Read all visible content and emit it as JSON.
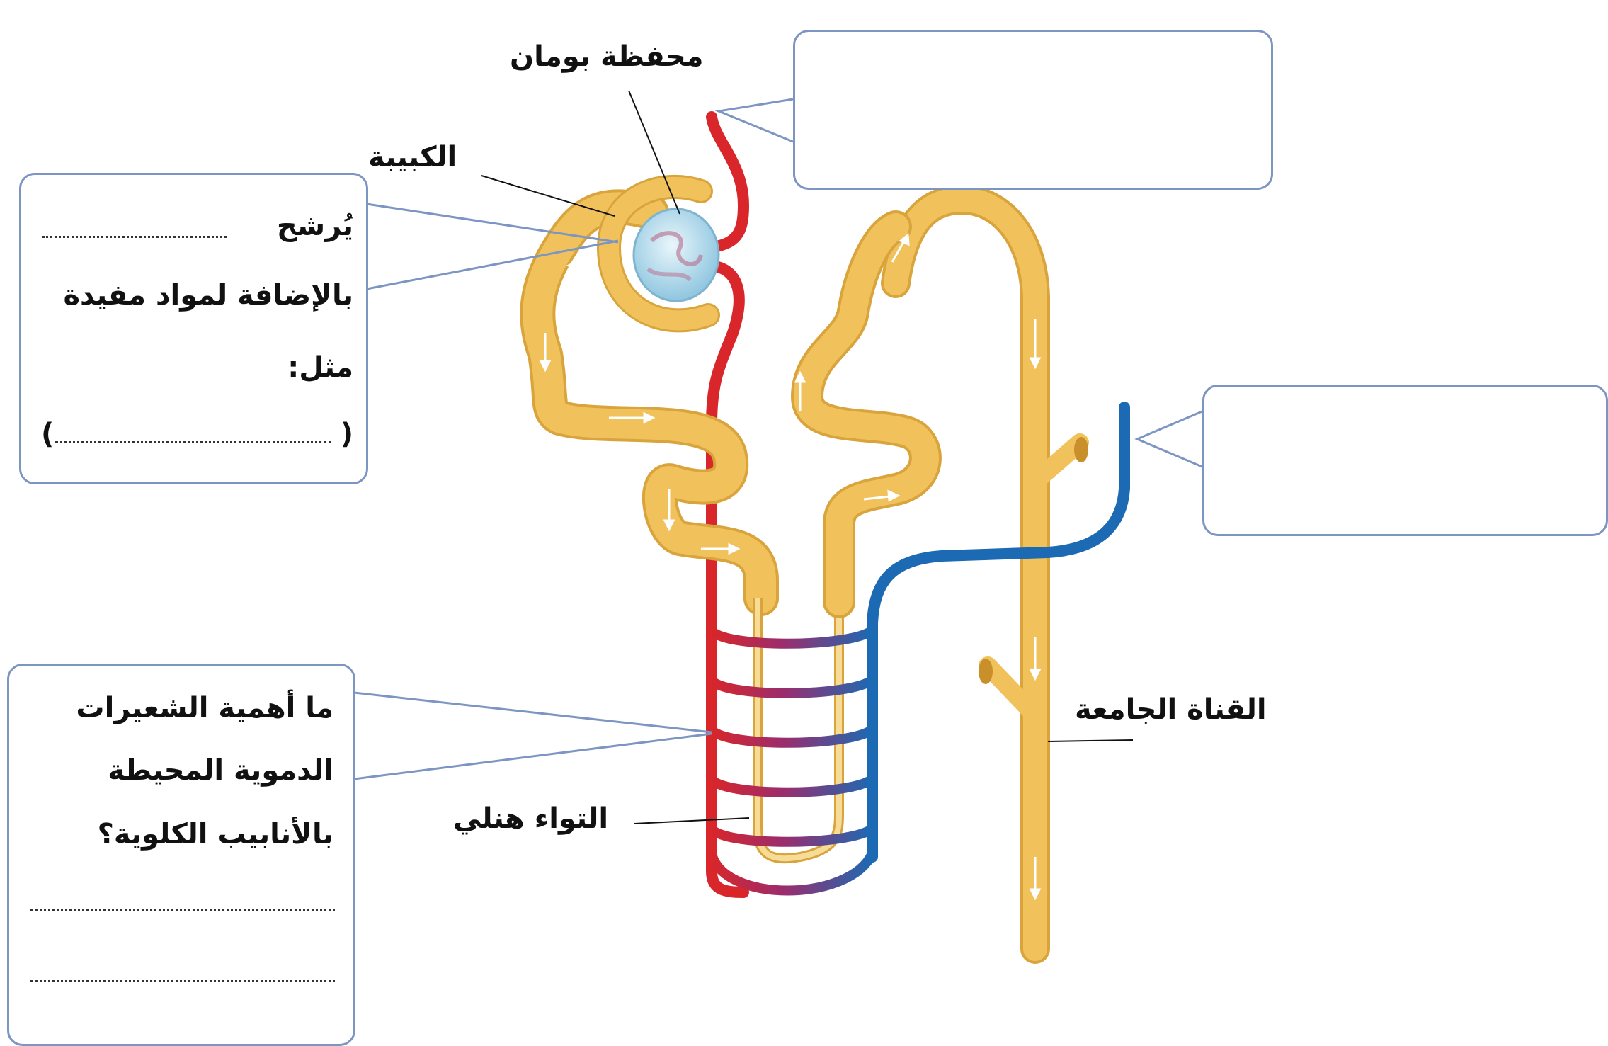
{
  "labels": {
    "bowman": "محفظة بومان",
    "glomerulus": "الكبيبة",
    "henle": "التواء هنلي",
    "collecting_duct": "القناة الجامعة"
  },
  "box_left": {
    "line1_word": "يُرشح",
    "line2": "بالإضافة لمواد مفيدة",
    "line3": "مثل:",
    "paren_open": "(",
    "paren_close": ")"
  },
  "box_bottom": {
    "line1": "ما أهمية الشعيرات",
    "line2": "الدموية المحيطة",
    "line3": "بالأنابيب الكلوية؟"
  },
  "box_top_right": {
    "text": ""
  },
  "box_right": {
    "text": ""
  },
  "colors": {
    "tubule": "#f1c25c",
    "tubule_edge": "#d9a43c",
    "artery": "#d8262a",
    "vein": "#1c6ab3",
    "capsule_ball": "#bfe2f2",
    "box_border": "#7d95c2"
  }
}
